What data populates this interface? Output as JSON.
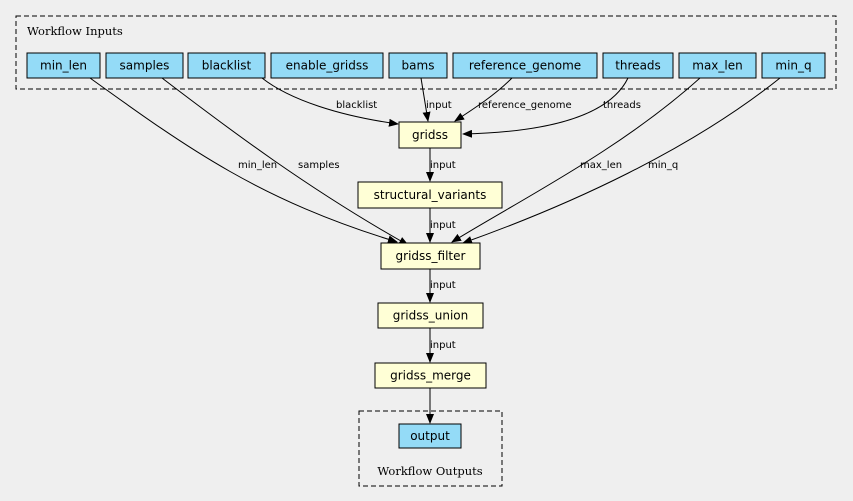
{
  "clusters": {
    "inputs_label": "Workflow Inputs",
    "outputs_label": "Workflow Outputs"
  },
  "colors": {
    "background": "#efefef",
    "input_fill": "#94dbf7",
    "step_fill": "#ffffd6"
  },
  "nodes": {
    "min_len": "min_len",
    "samples": "samples",
    "blacklist": "blacklist",
    "enable_gridss": "enable_gridss",
    "bams": "bams",
    "reference_genome": "reference_genome",
    "threads": "threads",
    "max_len": "max_len",
    "min_q": "min_q",
    "gridss": "gridss",
    "structural_variants": "structural_variants",
    "gridss_filter": "gridss_filter",
    "gridss_union": "gridss_union",
    "gridss_merge": "gridss_merge",
    "output": "output"
  },
  "edges": {
    "blacklist_to_gridss": "blacklist",
    "bams_to_gridss": "input",
    "reference_genome_to_gridss": "reference_genome",
    "threads_to_gridss": "threads",
    "gridss_to_structural_variants": "input",
    "min_len_to_gridss_filter": "min_len",
    "samples_to_gridss_filter": "samples",
    "structural_variants_to_gridss_filter": "input",
    "max_len_to_gridss_filter": "max_len",
    "min_q_to_gridss_filter": "min_q",
    "gridss_filter_to_gridss_union": "input",
    "gridss_union_to_gridss_merge": "input",
    "gridss_merge_to_output": ""
  }
}
